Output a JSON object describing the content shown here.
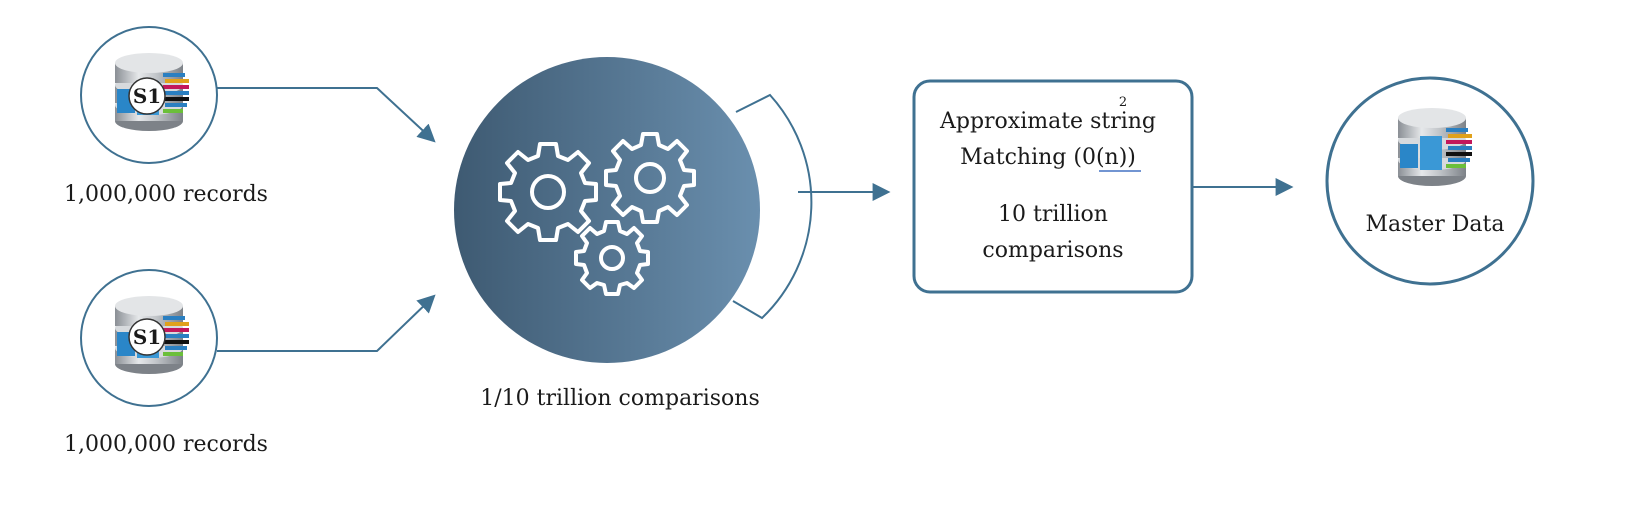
{
  "sources": [
    {
      "badge": "S1",
      "caption": "1,000,000 records"
    },
    {
      "badge": "S1",
      "caption": "1,000,000 records"
    }
  ],
  "processor": {
    "caption": "1/10 trillion comparisons",
    "icon": "gears-icon"
  },
  "matching_box": {
    "line1": "Approximate string",
    "line2_prefix": "Matching (0(",
    "line2_n": "n",
    "line2_suffix": "))",
    "superscript": "2",
    "line3": "10 trillion",
    "line4": "comparisons"
  },
  "master": {
    "label": "Master Data"
  },
  "colors": {
    "accent": "#3f7191",
    "node_dark": "#3e5a72",
    "node_light": "#6a8fae",
    "disk_silver": "#c9cdd1",
    "underline_blue": "#4472c4"
  }
}
